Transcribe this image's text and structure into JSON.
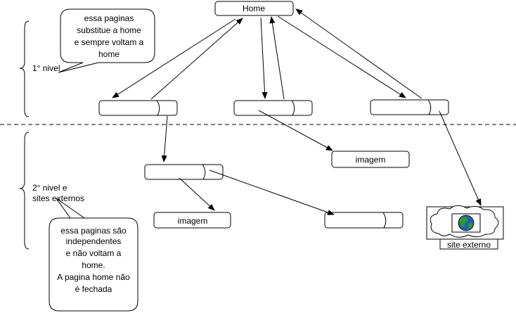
{
  "nodes": {
    "home": "Home",
    "image_level1": "imagem",
    "image_level2": "imagem",
    "external_site": "site externo"
  },
  "levels": {
    "level1": "1° nivel",
    "level2_line1": "2° nivel e",
    "level2_line2": "sites externos"
  },
  "callouts": {
    "level1": [
      "essa paginas",
      "substitue a home",
      "e sempre voltam a",
      "home"
    ],
    "level2": [
      "essa paginas são",
      "independentes",
      "e não voltam a",
      "home.",
      "A pagina home não",
      "é fechada"
    ]
  },
  "colors": {
    "stroke": "#000000",
    "background": "#ffffff",
    "globe_water": "#1f5fb8",
    "globe_land": "#2f9a2f"
  }
}
